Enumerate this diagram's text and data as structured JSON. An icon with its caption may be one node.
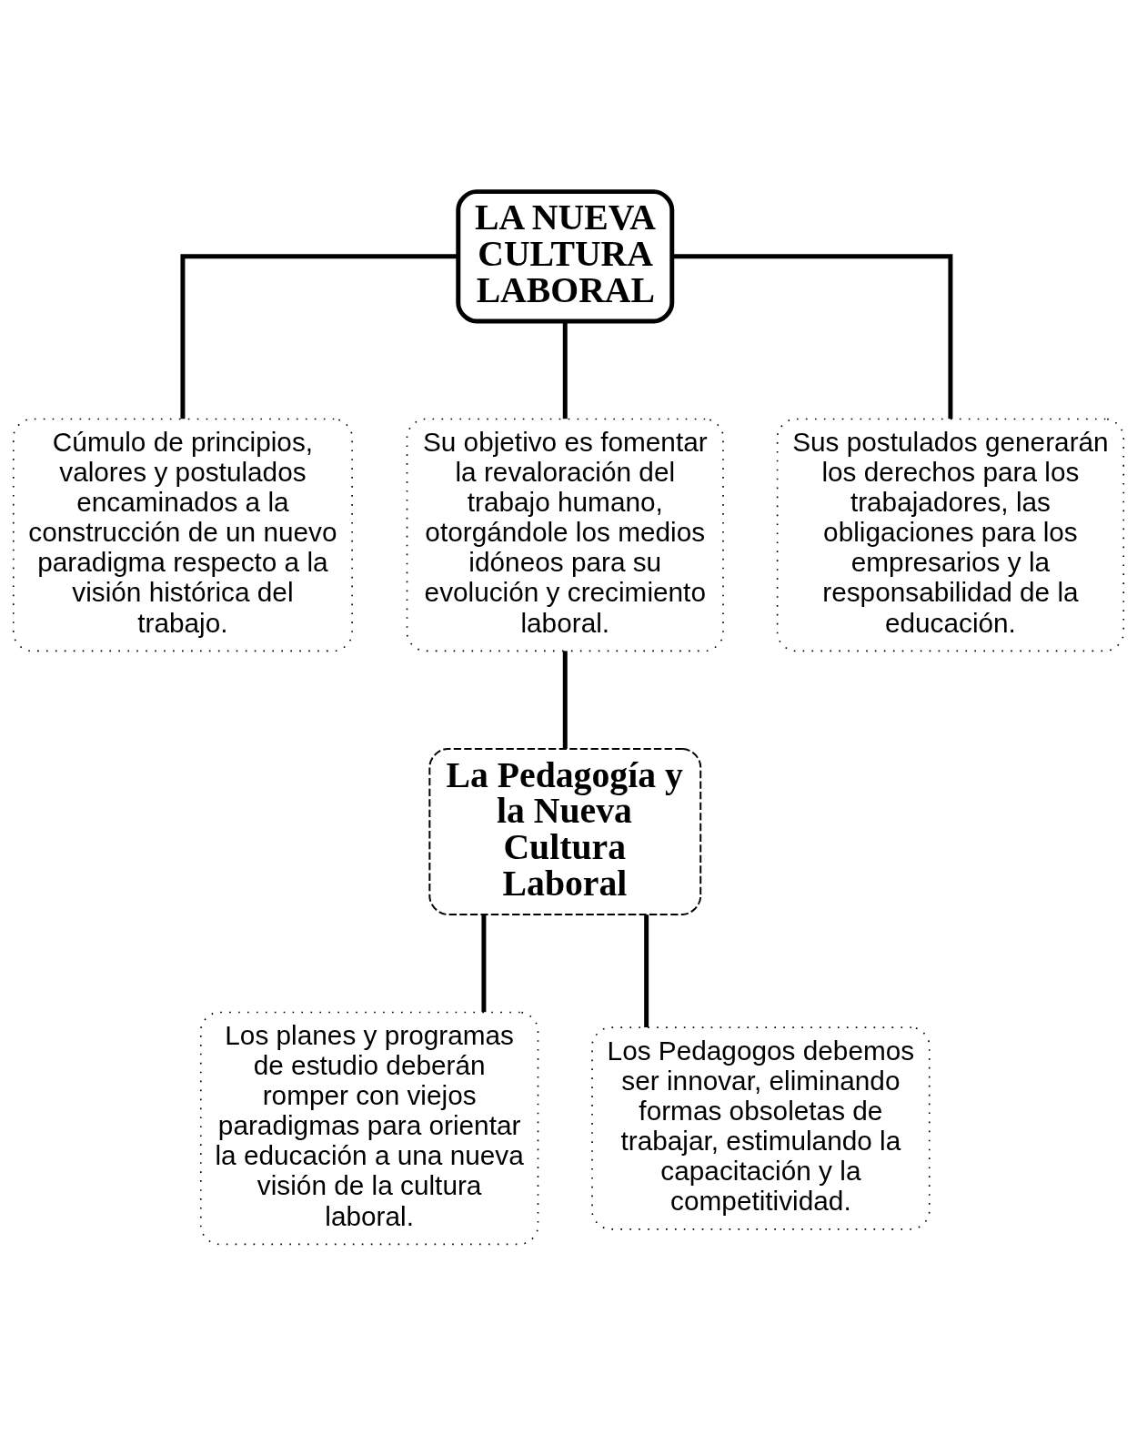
{
  "diagram": {
    "nodes": [
      {
        "text": [
          "LA NUEVA CULTURA LABORAL"
        ]
      },
      {
        "text": [
          "Cúmulo de principios, valores y postulados encaminados a la construcción de un nuevo paradigma respecto a la visión histórica del trabajo."
        ]
      },
      {
        "text": [
          "Su objetivo es fomentar la revaloración del trabajo humano, otorgándole los medios idóneos para su evolución y crecimiento laboral."
        ]
      },
      {
        "text": [
          "Sus postulados generarán los derechos para los trabajadores, las obligaciones para los empresarios y la responsabilidad de la educación."
        ]
      },
      {
        "text": [
          "La Pedagogía y la Nueva Cultura Laboral"
        ]
      },
      {
        "text": [
          "Los planes y programas de estudio deberán romper con viejos paradigmas para orientar la educación a una nueva visión de la cultura laboral."
        ]
      },
      {
        "text": [
          "Los Pedagogos debemos ser innovar, eliminando formas obsoletas de trabajar, estimulando la capacitación y la competitividad."
        ]
      }
    ],
    "edges": [
      {
        "from": 0,
        "to": 1,
        "arrow": "none"
      },
      {
        "from": 0,
        "to": 2,
        "arrow": "none"
      },
      {
        "from": 0,
        "to": 3,
        "arrow": "none"
      },
      {
        "from": 2,
        "to": 4,
        "arrow": "none"
      },
      {
        "from": 4,
        "to": 5,
        "arrow": "none"
      },
      {
        "from": 4,
        "to": 6,
        "arrow": "none"
      }
    ]
  }
}
